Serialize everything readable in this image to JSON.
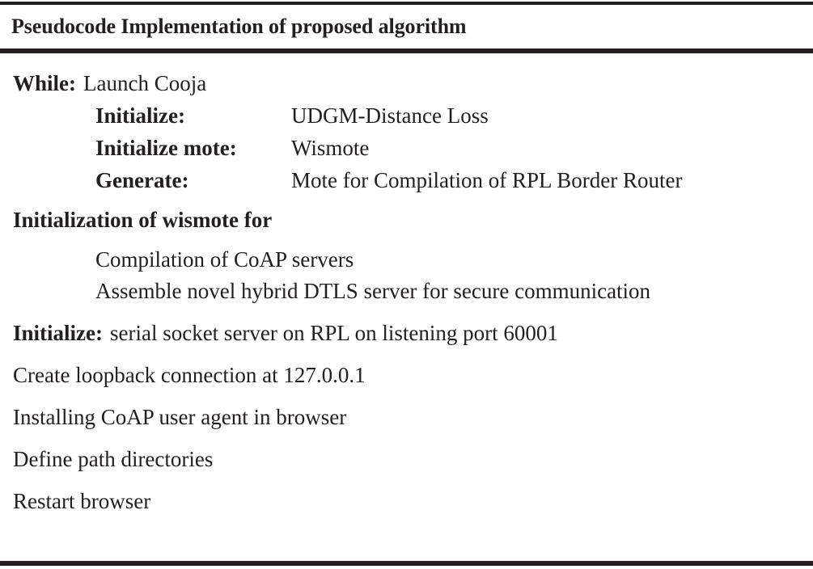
{
  "figure": {
    "title": "Pseudocode Implementation of proposed algorithm",
    "rule_color": "#231f20",
    "text_color": "#231f20",
    "background": "#ffffff"
  },
  "pseudocode": {
    "while_label": "While:",
    "while_value": "Launch Cooja",
    "params": [
      {
        "label": "Initialize:",
        "value": "UDGM-Distance Loss"
      },
      {
        "label": "Initialize mote:",
        "value": "Wismote"
      },
      {
        "label": "Generate:",
        "value": "Mote for Compilation of RPL Border Router"
      }
    ],
    "section_heading": "Initialization of wismote for",
    "section_items": [
      "Compilation of CoAP servers",
      "Assemble novel hybrid DTLS server for secure communication"
    ],
    "initialize_label": "Initialize:",
    "initialize_value": "serial socket server on RPL on listening port 60001",
    "steps": [
      "Create loopback connection at 127.0.0.1",
      "Installing CoAP user agent in browser",
      "Define path directories",
      "Restart browser"
    ]
  }
}
